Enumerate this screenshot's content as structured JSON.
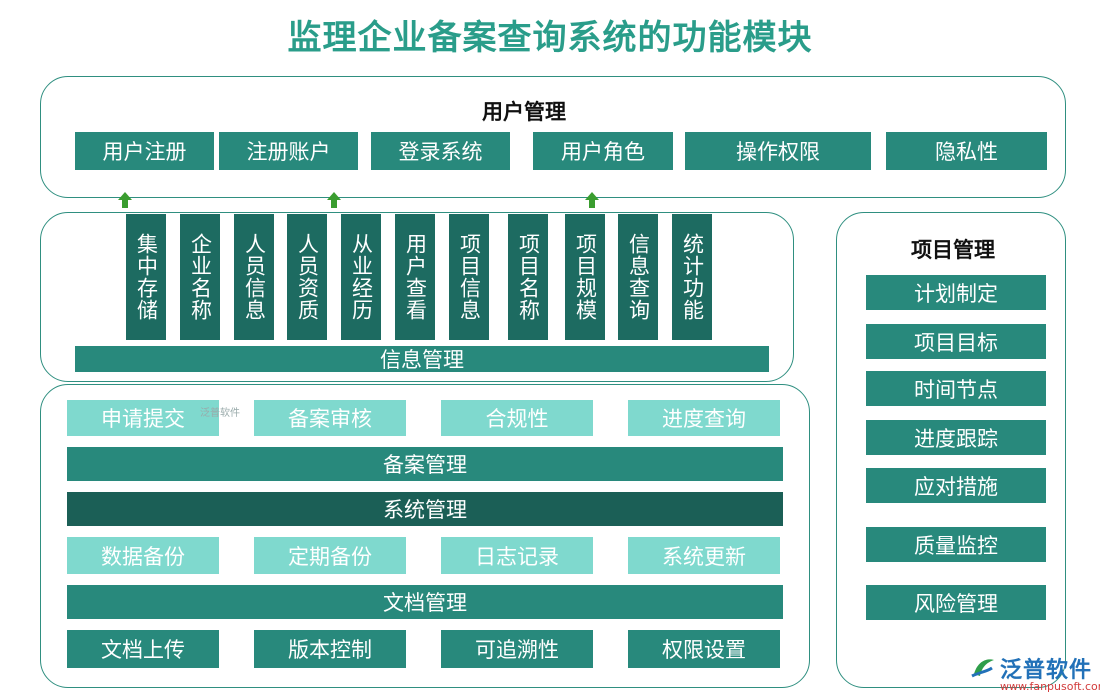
{
  "title": "监理企业备案查询系统的功能模块",
  "user_mgmt": {
    "label": "用户管理",
    "items": [
      "用户注册",
      "注册账户",
      "登录系统",
      "用户角色",
      "操作权限",
      "隐私性"
    ]
  },
  "info_mgmt": {
    "label": "信息管理",
    "items": [
      "集中存储",
      "企业名称",
      "人员信息",
      "人员资质",
      "从业经历",
      "用户查看",
      "项目信息",
      "项目名称",
      "项目规模",
      "信息查询",
      "统计功能"
    ]
  },
  "project_mgmt": {
    "label": "项目管理",
    "items": [
      "计划制定",
      "项目目标",
      "时间节点",
      "进度跟踪",
      "应对措施",
      "质量监控",
      "风险管理"
    ]
  },
  "filing": {
    "items": [
      "申请提交",
      "备案审核",
      "合规性",
      "进度查询"
    ],
    "label": "备案管理"
  },
  "system": {
    "label": "系统管理",
    "items": [
      "数据备份",
      "定期备份",
      "日志记录",
      "系统更新"
    ]
  },
  "document": {
    "label": "文档管理",
    "items": [
      "文档上传",
      "版本控制",
      "可追溯性",
      "权限设置"
    ]
  },
  "watermark": "泛普软件",
  "logo": {
    "name": "泛普软件",
    "url": "www.fanpusoft.com"
  },
  "colors": {
    "dark": "#28897c",
    "darker": "#1b5f56",
    "light": "#7fd9ce",
    "arrow": "#3a9d2f"
  }
}
